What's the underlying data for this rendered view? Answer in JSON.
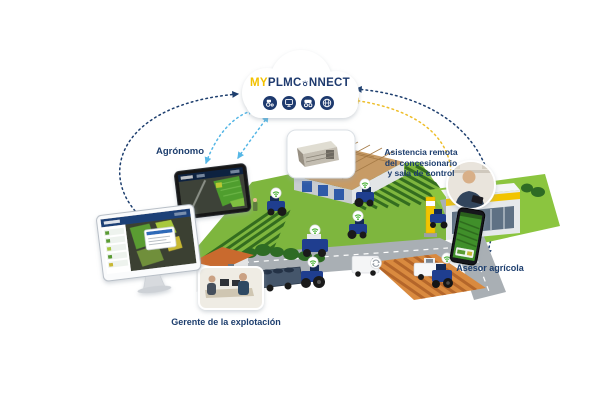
{
  "cloud": {
    "logo": {
      "prefix": "MY",
      "mid": "PLMC",
      "suffix": "NNECT"
    },
    "icons": [
      {
        "name": "tractor-icon"
      },
      {
        "name": "display-icon"
      },
      {
        "name": "harvester-icon"
      },
      {
        "name": "globe-icon"
      }
    ]
  },
  "labels": {
    "agronomo": "Agrónomo",
    "asistencia": [
      "Asistencia remota",
      "del concesionario",
      "y sala de control"
    ],
    "asesor": "Asesor agrícola",
    "gerente": "Gerente de la explotación"
  },
  "colors": {
    "navy": "#1d3e6e",
    "logo_yellow": "#f2c100",
    "light_blue": "#56b7e6",
    "arc_yellow": "#eebe2a",
    "field_green": "#7eb63e",
    "vine_green": "#346d1f",
    "lawn_green": "#8bc53f",
    "road_gray": "#a9afb4",
    "soil_orange": "#d98a3f",
    "tractor_blue": "#1f3e8f",
    "badge_green": "#3fae2a",
    "dealer_yellow": "#f2c400"
  },
  "connections": [
    {
      "name": "cloud-to-farm-manager",
      "style": "dotted",
      "color": "#1d3e6e"
    },
    {
      "name": "cloud-to-agronomist",
      "style": "dotted",
      "color": "#56b7e6"
    },
    {
      "name": "cloud-to-agronomist-2",
      "style": "dotted",
      "color": "#56b7e6"
    },
    {
      "name": "cloud-to-dealer",
      "style": "dotted",
      "color": "#1d3e6e"
    },
    {
      "name": "cloud-to-control-room",
      "style": "dotted",
      "color": "#eebe2a"
    },
    {
      "name": "dealer-to-advisor",
      "style": "dotted",
      "color": "#56b7e6"
    }
  ],
  "badges": {
    "telemetry": "wifi-signal-icon",
    "sync": "sync-arrows-icon"
  }
}
